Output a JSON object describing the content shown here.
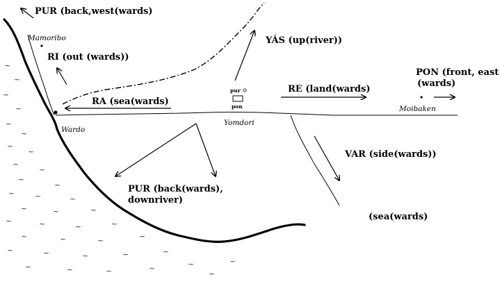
{
  "labels": {
    "pur_west": "PUR (back,west(wards)",
    "ri": "RI (out (wards))",
    "yas": "YÁS (up(river))",
    "pon_line1": "PON (front, east",
    "pon_line2": "(wards)",
    "re": "RE (land(wards)",
    "ra": "RA (sea(wards)",
    "var": "VAR (side(wards))",
    "pur_down_line1": "PUR (back(wards),",
    "pur_down_line2": "downriver)",
    "sea": "(sea(wards)"
  },
  "places": {
    "mamoribo": "Mamoribo",
    "wardo": "Wardo",
    "yomdori": "Yomdori",
    "moibaken": "Moibaken"
  },
  "center_box": {
    "top": "pur",
    "bottom": "pon"
  }
}
